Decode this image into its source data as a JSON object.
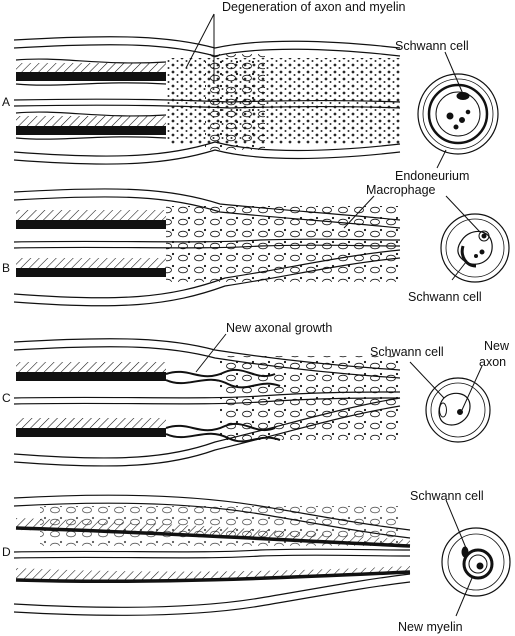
{
  "panels": [
    {
      "letter": "A",
      "callouts": [
        "Degeneration of axon and myelin",
        "Schwann cell",
        "Endoneurium"
      ]
    },
    {
      "letter": "B",
      "callouts": [
        "Macrophage",
        "Schwann cell"
      ]
    },
    {
      "letter": "C",
      "callouts": [
        "New axonal growth",
        "Schwann cell",
        "New",
        "axon"
      ]
    },
    {
      "letter": "D",
      "callouts": [
        "Schwann cell",
        "New myelin"
      ]
    }
  ],
  "colors": {
    "ink": "#111111",
    "background": "#ffffff"
  }
}
